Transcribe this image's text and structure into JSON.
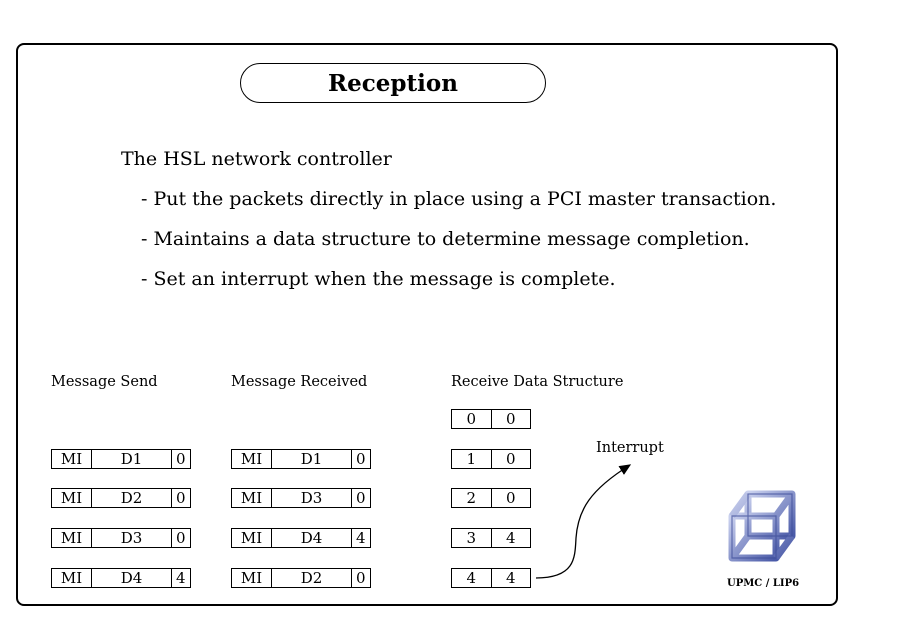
{
  "title": "Reception",
  "intro": "The HSL network controller",
  "bullets": [
    "- Put the packets directly in place using a PCI master transaction.",
    "- Maintains a data structure to determine message completion.",
    "- Set an interrupt when the message is complete."
  ],
  "columns": {
    "send": "Message Send",
    "received": "Message Received",
    "structure": "Receive Data Structure"
  },
  "message_send": [
    {
      "mi": "MI",
      "d": "D1",
      "n": "0"
    },
    {
      "mi": "MI",
      "d": "D2",
      "n": "0"
    },
    {
      "mi": "MI",
      "d": "D3",
      "n": "0"
    },
    {
      "mi": "MI",
      "d": "D4",
      "n": "4"
    }
  ],
  "message_received": [
    {
      "mi": "MI",
      "d": "D1",
      "n": "0"
    },
    {
      "mi": "MI",
      "d": "D3",
      "n": "0"
    },
    {
      "mi": "MI",
      "d": "D4",
      "n": "4"
    },
    {
      "mi": "MI",
      "d": "D2",
      "n": "0"
    }
  ],
  "receive_data_structure": [
    {
      "a": "0",
      "b": "0"
    },
    {
      "a": "1",
      "b": "0"
    },
    {
      "a": "2",
      "b": "0"
    },
    {
      "a": "3",
      "b": "4"
    },
    {
      "a": "4",
      "b": "4"
    }
  ],
  "interrupt_label": "Interrupt",
  "logo": {
    "caption": "UPMC / LIP6",
    "color": "#6f7fc0"
  }
}
